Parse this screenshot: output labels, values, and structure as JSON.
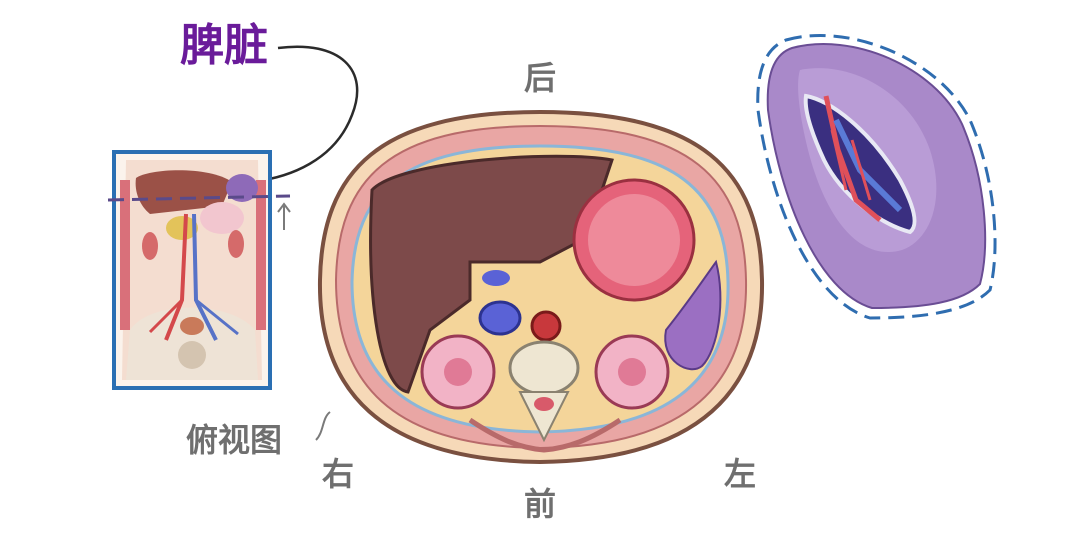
{
  "organ_label": "脾脏",
  "view_label": "俯视图",
  "directions": {
    "posterior": "后",
    "anterior": "前",
    "right": "右",
    "left": "左"
  },
  "colors": {
    "organ_label": "#6a1b9a",
    "liver": "#7d4a4a",
    "stomach": "#e5637a",
    "spleen": "#9b6fc2",
    "kidney": "#f2b3c6",
    "inset_border": "#2a6fb3",
    "dashed_outline": "#2f6db0"
  }
}
